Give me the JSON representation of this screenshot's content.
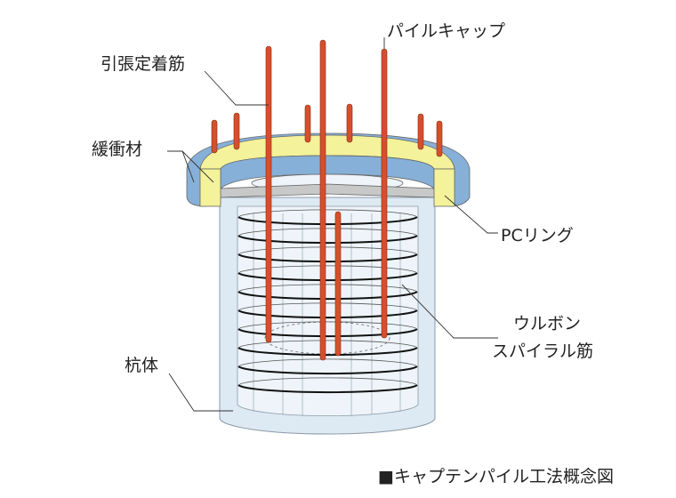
{
  "labels": {
    "pile_cap": "パイルキャップ",
    "tension_anchor": "引張定着筋",
    "cushion": "緩衝材",
    "pc_ring": "PCリング",
    "ulbon_line1": "ウルボン",
    "ulbon_line2": "スパイラル筋",
    "pile_body": "杭体"
  },
  "caption": "■キャプテンパイル工法概念図",
  "colors": {
    "rod": "#d4502c",
    "cap_yellow": "#f4f29a",
    "cushion_blue": "#86b0d8",
    "pile_blue": "#dde9f3",
    "ring_gray": "#c8c8c8"
  }
}
